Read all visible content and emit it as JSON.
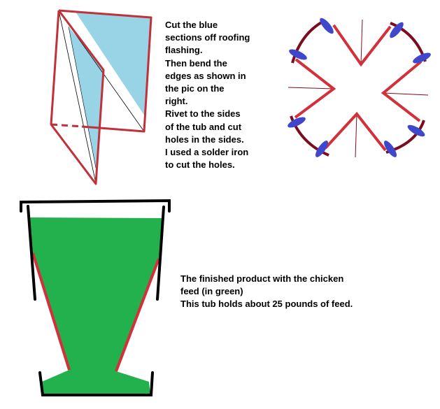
{
  "instructions": {
    "lines": [
      "Cut the blue",
      "sections off roofing",
      "flashing.",
      "Then bend the",
      "edges as shown in",
      "the pic on the",
      "right.",
      "Rivet to the sides",
      "of the tub and cut",
      "holes in the sides.",
      "I used a solder iron",
      "to cut the holes."
    ]
  },
  "caption": {
    "lines": [
      "The finished product with the chicken",
      "feed (in green)",
      "This tub holds about 25 pounds of feed."
    ]
  },
  "colors": {
    "flashing_blue": "#99d3e6",
    "outline_red": "#c0313a",
    "feed_green": "#22b14c",
    "rivet_blue": "#3f48cc",
    "tub_black": "#000000",
    "arc_dark_red": "#7a0d1f"
  }
}
